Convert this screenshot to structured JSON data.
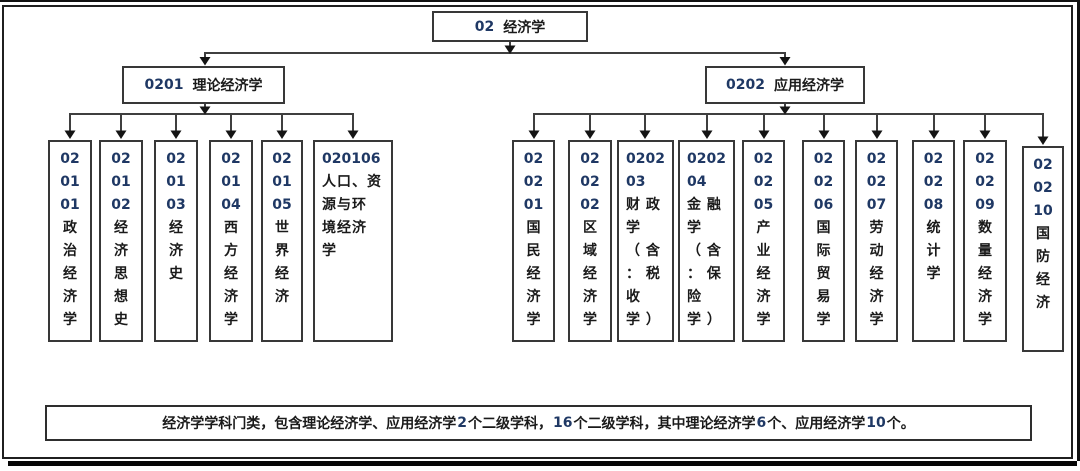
{
  "colors": {
    "code_number_blue": "#1F3864",
    "text_black": "#1a1a1a",
    "connector_line": "#3f3f3f",
    "background": "#ffffff"
  },
  "root": {
    "code": "02",
    "name": "经济学"
  },
  "branches": [
    {
      "code": "0201",
      "name": "理论经济学"
    },
    {
      "code": "0202",
      "name": "应用经济学"
    }
  ],
  "children_theoretical": [
    {
      "code": "02\n01\n01",
      "name": "政\n治\n经\n济\n学"
    },
    {
      "code": "02\n01\n02",
      "name": "经\n济\n思\n想\n史"
    },
    {
      "code": "02\n01\n03",
      "name": "经\n济\n史"
    },
    {
      "code": "02\n01\n04",
      "name": "西\n方\n经\n济\n学"
    },
    {
      "code": "02\n01\n05",
      "name": "世\n界\n经\n济"
    },
    {
      "code": "020106",
      "name": "人口、资\n源与环\n境经济\n学"
    }
  ],
  "children_applied": [
    {
      "code": "02\n02\n01",
      "name": "国\n民\n经\n济\n学"
    },
    {
      "code": "02\n02\n02",
      "name": "区\n域\n经\n济\n学"
    },
    {
      "code": "0202\n03",
      "name": "财政\n学\n（含\n：税\n收\n学）"
    },
    {
      "code": "0202\n04",
      "name": "金融\n学\n（含\n：保\n险\n学）"
    },
    {
      "code": "02\n02\n05",
      "name": "产\n业\n经\n济\n学"
    },
    {
      "code": "02\n02\n06",
      "name": "国\n际\n贸\n易\n学"
    },
    {
      "code": "02\n02\n07",
      "name": "劳\n动\n经\n济\n学"
    },
    {
      "code": "02\n02\n08",
      "name": "统\n计\n学"
    },
    {
      "code": "02\n02\n09",
      "name": "数\n量\n经\n济\n学"
    },
    {
      "code": "02\n02\n10",
      "name": "国\n防\n经\n济"
    }
  ],
  "summary": {
    "segments": [
      {
        "text": "经济学学科门类，包含理论经济学、应用经济学 ",
        "highlight": false
      },
      {
        "text": "2",
        "highlight": true
      },
      {
        "text": " 个二级学科，",
        "highlight": false
      },
      {
        "text": "16",
        "highlight": true
      },
      {
        "text": " 个二级学科，其中理论经济学",
        "highlight": false
      },
      {
        "text": "6",
        "highlight": true
      },
      {
        "text": " 个、应用经济学 ",
        "highlight": false
      },
      {
        "text": "10",
        "highlight": true
      },
      {
        "text": " 个。",
        "highlight": false
      }
    ]
  }
}
